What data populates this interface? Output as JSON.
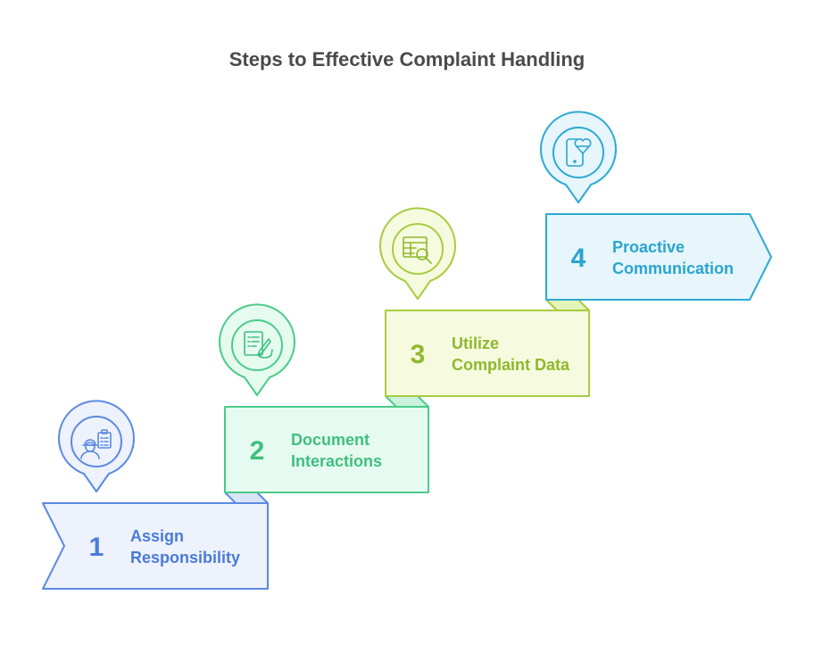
{
  "title": "Steps to Effective Complaint Handling",
  "steps": [
    {
      "number": "1",
      "lines": [
        "Assign",
        "Responsibility"
      ],
      "icon": "worker-clipboard-icon",
      "colors": {
        "fill": "#edf2fd",
        "stroke": "#5b8ae0",
        "text": "#4a7bd8",
        "tab": "#dbe5fa"
      }
    },
    {
      "number": "2",
      "lines": [
        "Document",
        "Interactions"
      ],
      "icon": "document-pen-icon",
      "colors": {
        "fill": "#e6fbf0",
        "stroke": "#4bcb8a",
        "text": "#3fbf7f",
        "tab": "#c9f1dc"
      }
    },
    {
      "number": "3",
      "lines": [
        "Utilize",
        "Complaint Data"
      ],
      "icon": "data-search-icon",
      "colors": {
        "fill": "#f6fbdf",
        "stroke": "#a7cc41",
        "text": "#8fb82e",
        "tab": "#e6f3b9"
      }
    },
    {
      "number": "4",
      "lines": [
        "Proactive",
        "Communication"
      ],
      "icon": "phone-heart-icon",
      "colors": {
        "fill": "#e6f6fc",
        "stroke": "#2ea9d3",
        "text": "#2aa4d0",
        "tab": "#c7ebf8"
      }
    }
  ]
}
